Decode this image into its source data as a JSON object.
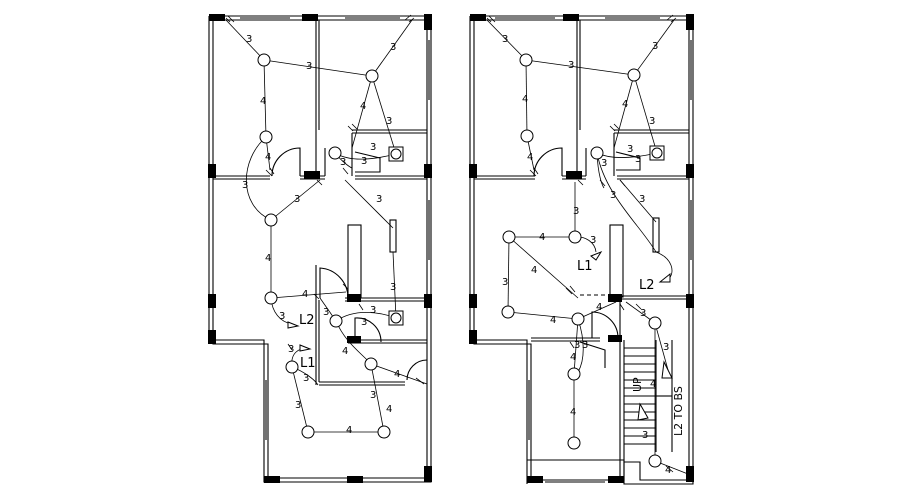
{
  "labels": {
    "l1_left": "L1",
    "l2_left": "L2",
    "l1_right": "L1",
    "l2_right": "L2",
    "stair_up": "UP",
    "l2_to_bs": "L2 TO BS"
  },
  "wire_counts": {
    "left": [
      "3",
      "3",
      "3",
      "4",
      "4",
      "4",
      "3",
      "3",
      "3",
      "3",
      "3",
      "4",
      "3",
      "3",
      "4",
      "3",
      "3",
      "4",
      "3",
      "3",
      "3",
      "4",
      "3",
      "4",
      "3",
      "4"
    ],
    "right": [
      "3",
      "3",
      "3",
      "4",
      "4",
      "4",
      "3",
      "3",
      "3",
      "3",
      "3",
      "3",
      "4",
      "4",
      "3",
      "3",
      "4",
      "3",
      "3",
      "4",
      "4",
      "3",
      "3",
      "3",
      "4",
      "4",
      "3",
      "4"
    ]
  }
}
